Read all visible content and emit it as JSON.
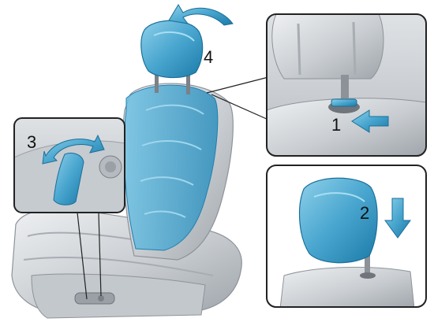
{
  "diagram": {
    "steps": {
      "step1": "1",
      "step2": "2",
      "step3": "3",
      "step4": "4"
    }
  },
  "colors": {
    "highlight_blue": "#4aa7cf",
    "highlight_blue_dark": "#1f7fae",
    "seat_gray": "#d6d9dc",
    "seat_shadow": "#a9aeb3",
    "frame_stroke": "#222222"
  },
  "icons": {
    "tilt_arrow": "curved-arrow-icon",
    "push_arrow": "right-arrow-icon",
    "down_arrow": "down-arrow-icon",
    "rotate_arrow": "curved-double-arrow-icon"
  }
}
